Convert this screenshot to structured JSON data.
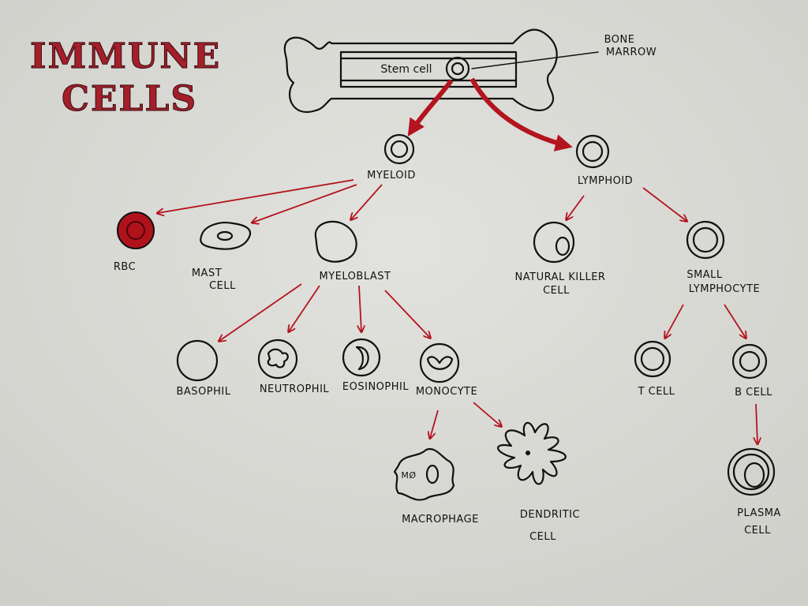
{
  "title": {
    "line1": "IMMUNE",
    "line2": "CELLS"
  },
  "colors": {
    "arrow": "#b3141e",
    "title": "#a3202a",
    "paper": "#d9d9d5",
    "rbc": "#b0121c"
  },
  "bone": {
    "stem_cell": "Stem cell",
    "bone_label_1": "BONE",
    "bone_label_2": "MARROW"
  },
  "lineages": {
    "myeloid": "MYELOID",
    "lymphoid": "LYMPHOID"
  },
  "cells": {
    "rbc": "RBC",
    "mast_1": "MAST",
    "mast_2": "CELL",
    "myeloblast": "MYELOBLAST",
    "nk_1": "NATURAL KILLER",
    "nk_2": "CELL",
    "small_1": "SMALL",
    "small_2": "LYMPHOCYTE",
    "basophil": "BASOPHIL",
    "neutrophil": "NEUTROPHIL",
    "eosinophil": "EOSINOPHIL",
    "monocyte": "MONOCYTE",
    "tcell": "T CELL",
    "bcell": "B CELL",
    "macrophage": "MACROPHAGE",
    "macrophage_symbol": "MØ",
    "dendritic_1": "DENDRITIC",
    "dendritic_2": "CELL",
    "plasma_1": "PLASMA",
    "plasma_2": "CELL"
  }
}
